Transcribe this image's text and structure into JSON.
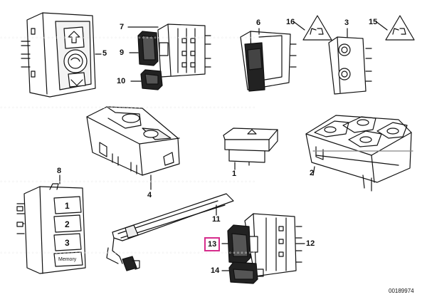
{
  "diagram": {
    "part_labels": [
      {
        "id": "1",
        "text": "1"
      },
      {
        "id": "2",
        "text": "2"
      },
      {
        "id": "3",
        "text": "3"
      },
      {
        "id": "4",
        "text": "4"
      },
      {
        "id": "5",
        "text": "5"
      },
      {
        "id": "6",
        "text": "6"
      },
      {
        "id": "7",
        "text": "7"
      },
      {
        "id": "8",
        "text": "8"
      },
      {
        "id": "9",
        "text": "9"
      },
      {
        "id": "10",
        "text": "10"
      },
      {
        "id": "11",
        "text": "11"
      },
      {
        "id": "12",
        "text": "12"
      },
      {
        "id": "13",
        "text": "13",
        "highlighted": true
      },
      {
        "id": "14",
        "text": "14"
      },
      {
        "id": "15",
        "text": "15"
      },
      {
        "id": "16",
        "text": "16"
      }
    ],
    "memory_buttons": [
      "1",
      "2",
      "3"
    ],
    "memory_label": "Memory",
    "diagram_code": "00189974",
    "highlight_color": "#d62d8c"
  }
}
